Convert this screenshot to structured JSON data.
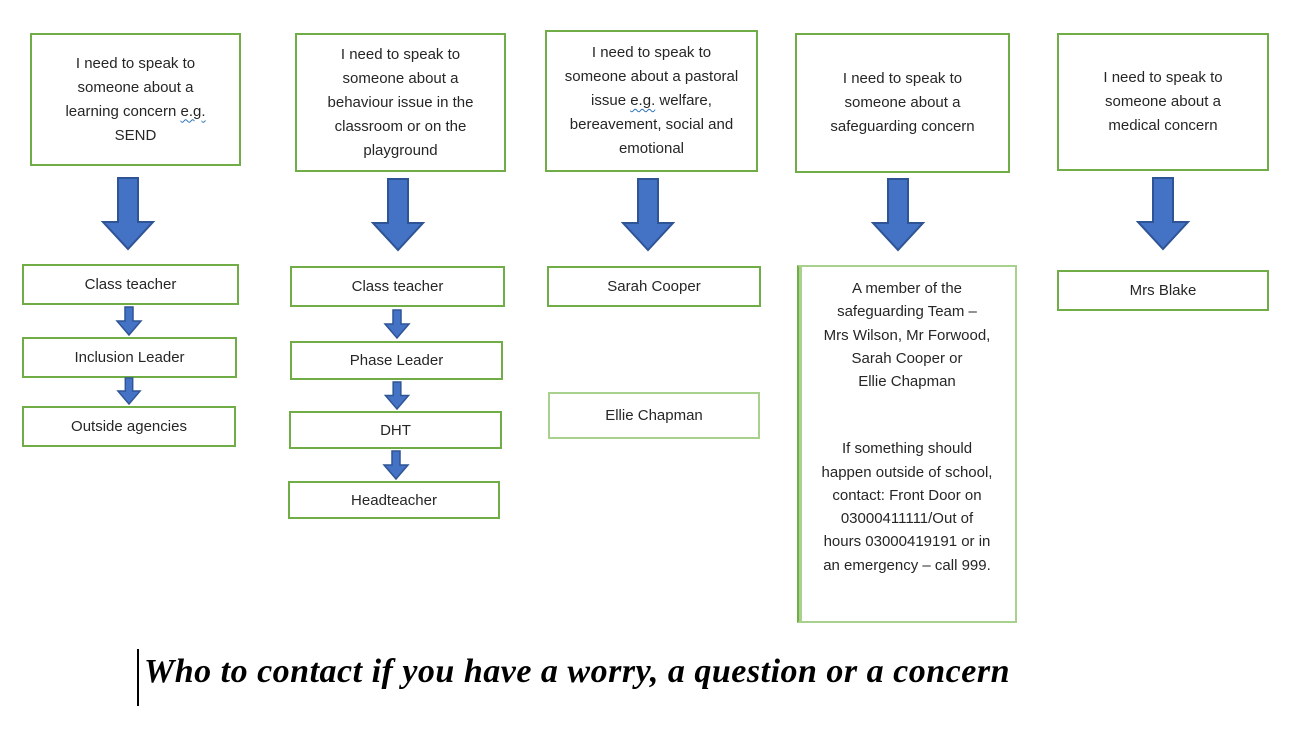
{
  "page": {
    "title_text": "Who to contact if you have a worry, a question or a concern"
  },
  "colors": {
    "box_border_green": "#70AD47",
    "box_border_light_green": "#A9D18E",
    "arrow_fill": "#4472C4",
    "arrow_stroke": "#2F5496",
    "grammar_underline_blue": "#2E74B5"
  },
  "columns": [
    {
      "id": "learning",
      "concern": {
        "prefix": "I need to speak to\nsomeone about a\nlearning concern ",
        "grammar": "e.g.",
        "suffix": "\nSEND"
      },
      "steps": [
        {
          "label": "Class teacher"
        },
        {
          "label": "Inclusion Leader"
        },
        {
          "label": "Outside agencies"
        }
      ]
    },
    {
      "id": "behaviour",
      "concern": {
        "text": "I need to speak to\nsomeone about a\nbehaviour issue in the\nclassroom or on the\nplayground"
      },
      "steps": [
        {
          "label": "Class teacher"
        },
        {
          "label": "Phase Leader"
        },
        {
          "label": "DHT"
        },
        {
          "label": "Headteacher"
        }
      ]
    },
    {
      "id": "pastoral",
      "concern": {
        "prefix": "I need to speak to\nsomeone about a pastoral\nissue ",
        "grammar": "e.g.",
        "suffix": " welfare,\nbereavement, social and\nemotional"
      },
      "steps": [
        {
          "label": "Sarah Cooper"
        },
        {
          "label": "Ellie Chapman"
        }
      ]
    },
    {
      "id": "safeguarding",
      "concern": {
        "text": "I need to speak to\nsomeone about a\nsafeguarding concern"
      },
      "info": {
        "team": "A member of the\nsafeguarding Team –\nMrs Wilson, Mr Forwood,\nSarah Cooper or\nEllie Chapman",
        "outside": "If something should\nhappen outside of school,\ncontact: Front Door on\n03000411111/Out of\nhours 03000419191 or in\nan emergency – call 999."
      }
    },
    {
      "id": "medical",
      "concern": {
        "text": "I need to speak to\nsomeone about a\nmedical concern"
      },
      "steps": [
        {
          "label": "Mrs Blake"
        }
      ]
    }
  ]
}
